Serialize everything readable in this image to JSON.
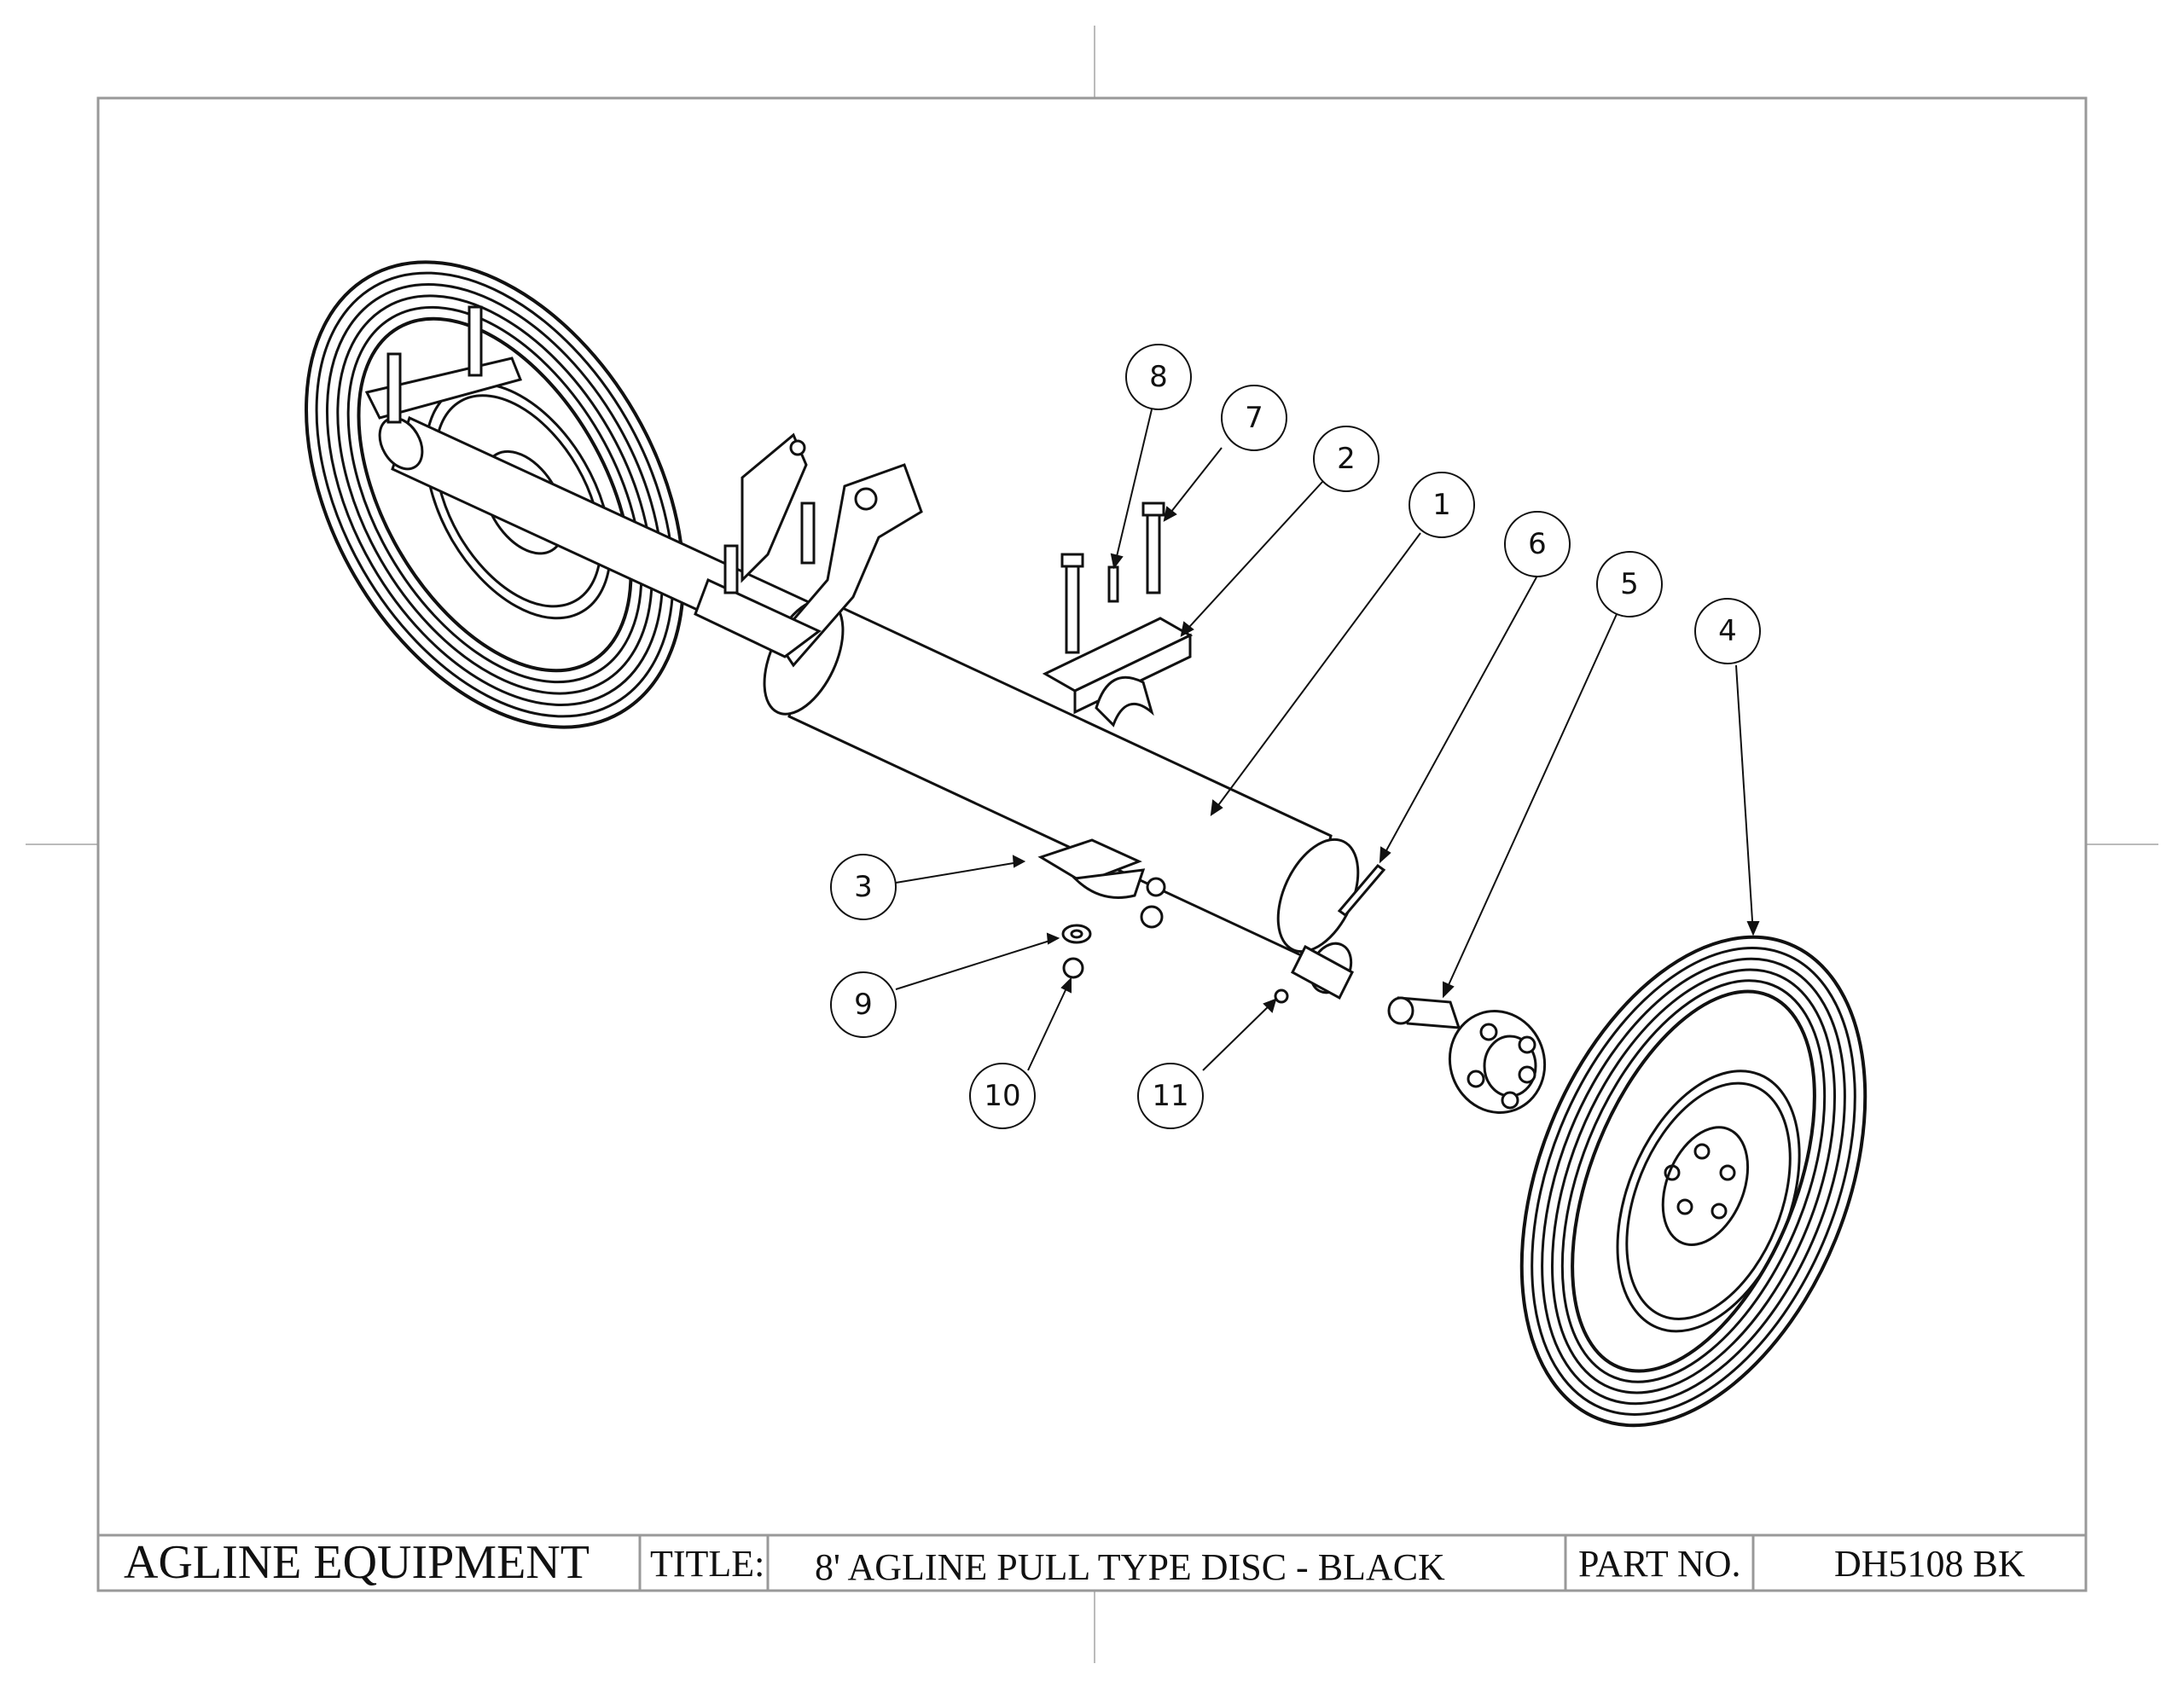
{
  "title_block": {
    "company": "AGLINE EQUIPMENT",
    "title_label": "TITLE:",
    "title_value": "8' AGLINE PULL TYPE DISC - BLACK",
    "part_no_label": "PART NO.",
    "part_no_value": "DH5108 BK"
  },
  "callouts": [
    "1",
    "2",
    "3",
    "4",
    "5",
    "6",
    "7",
    "8",
    "9",
    "10",
    "11"
  ],
  "colors": {
    "line": "#111111",
    "border": "#999999",
    "background": "#ffffff"
  }
}
